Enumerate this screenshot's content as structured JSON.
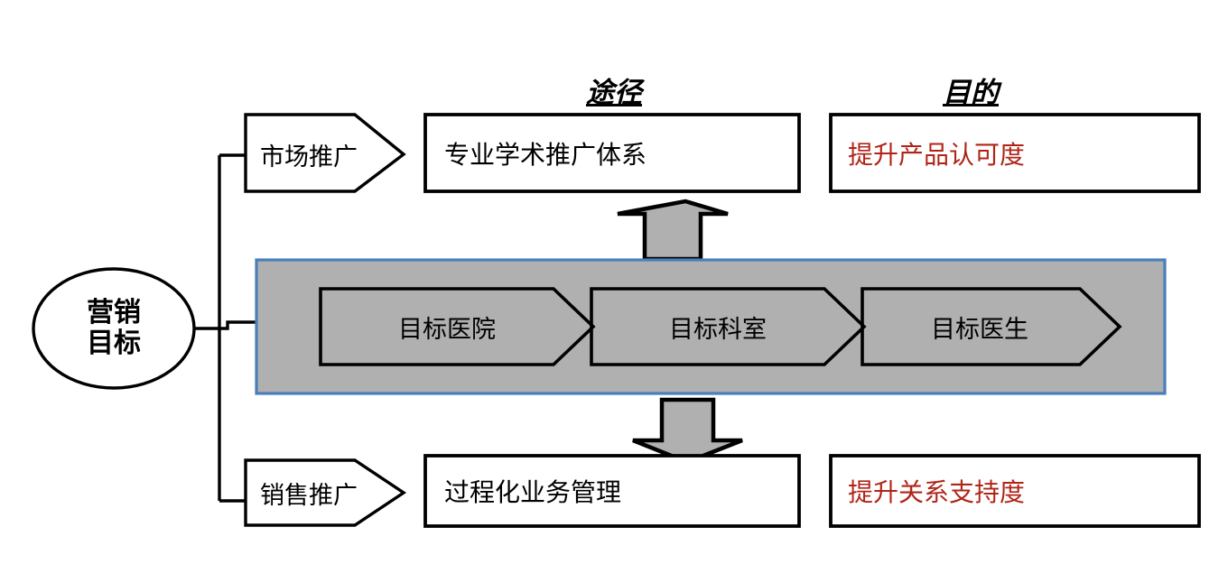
{
  "diagram": {
    "title_root": "营销\n目标",
    "headers": [
      {
        "name": "path-header",
        "label": "途径"
      },
      {
        "name": "purpose-header",
        "label": "目的"
      }
    ],
    "branches": [
      {
        "id": "market",
        "chevron_label": "市场推广",
        "path_label": "专业学术推广体系",
        "purpose_label": "提升产品认可度"
      },
      {
        "id": "sales",
        "chevron_label": "销售推广",
        "path_label": "过程化业务管理",
        "purpose_label": "提升关系支持度"
      }
    ],
    "core_flow": {
      "steps": [
        {
          "label": "目标医院"
        },
        {
          "label": "目标科室"
        },
        {
          "label": "目标医生"
        }
      ]
    },
    "arrows": [
      {
        "name": "arrow-up",
        "direction": "up"
      },
      {
        "name": "arrow-down",
        "direction": "down"
      }
    ],
    "colors": {
      "panel_fill": "#B0B0B0",
      "panel_border": "#4A7EBB",
      "outline": "#000000",
      "accent_red": "#B02418",
      "background": "#FFFFFF"
    }
  }
}
